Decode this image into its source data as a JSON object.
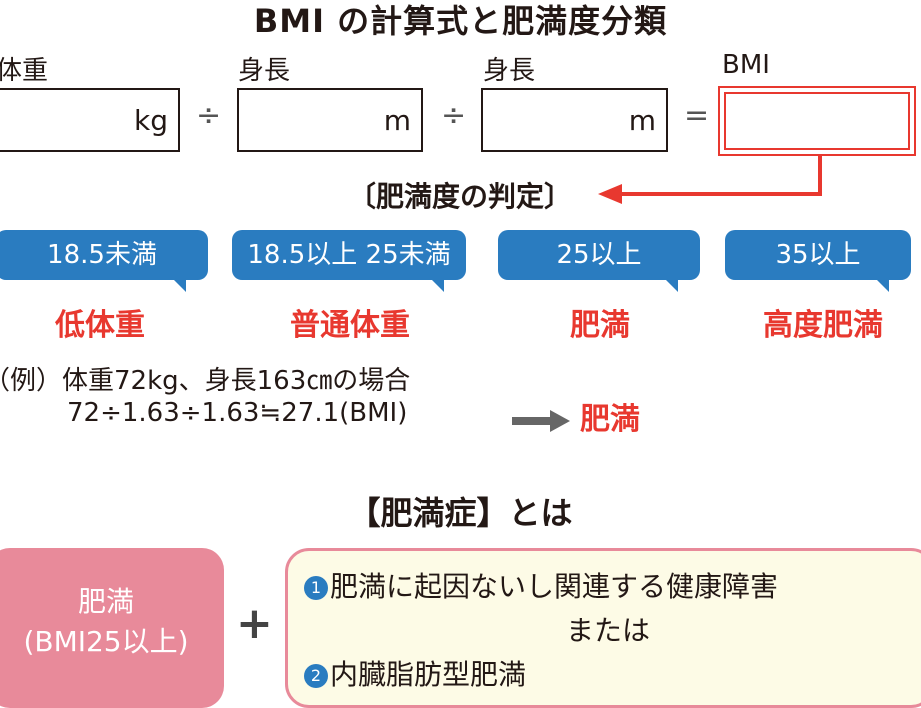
{
  "title": "BMI の計算式と肥満度分類",
  "formula": {
    "weight_label": "体重",
    "height_label_1": "身長",
    "height_label_2": "身長",
    "bmi_label": "BMI",
    "unit_kg": "kg",
    "unit_m_1": "m",
    "unit_m_2": "m",
    "op_div_1": "÷",
    "op_div_2": "÷",
    "op_eq": "="
  },
  "judgement": "〔肥満度の判定〕",
  "categories": [
    {
      "range": "18.5未満",
      "name": "低体重"
    },
    {
      "range": "18.5以上 25未満",
      "name": "普通体重"
    },
    {
      "range": "25以上",
      "name": "肥満"
    },
    {
      "range": "35以上",
      "name": "高度肥満"
    }
  ],
  "example": {
    "line1": "（例）体重72kg、身長163㎝の場合",
    "line2": "72÷1.63÷1.63≒27.1(BMI)",
    "result": "肥満"
  },
  "obesity_disease": {
    "heading": "【肥満症】とは",
    "left_line1": "肥満",
    "left_line2": "(BMI25以上)",
    "plus": "+",
    "item1_num": "1",
    "item1": "肥満に起因ないし関連する健康障害",
    "or": "または",
    "item2_num": "2",
    "item2": "内臓脂肪型肥満"
  },
  "colors": {
    "blue": "#2a7cc0",
    "red": "#e8382f",
    "pink": "#e88a9a",
    "cream": "#fdfbe6"
  }
}
